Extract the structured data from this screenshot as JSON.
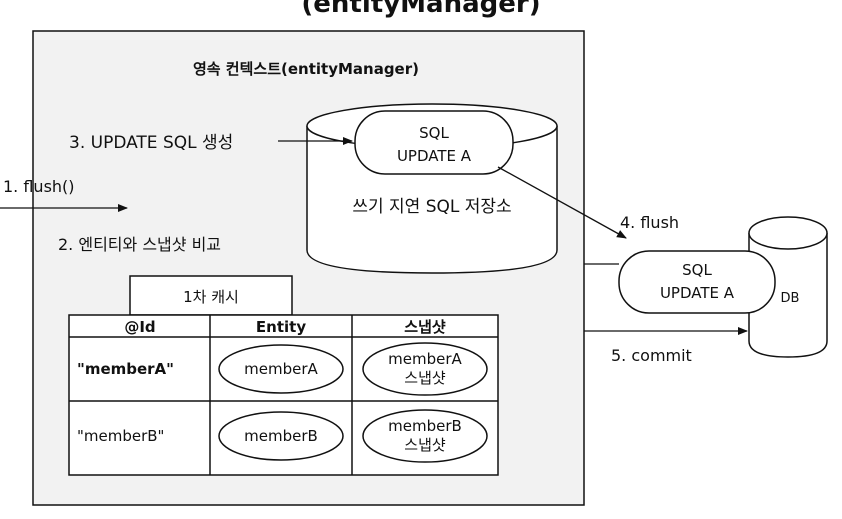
{
  "top_cut_text": "(entityManager)",
  "context": {
    "title": "영속 컨텍스트(entityManager)"
  },
  "steps": {
    "flush_call": "1. flush()",
    "compare": "2. 엔티티와 스냅샷 비교",
    "update_generate": "3. UPDATE SQL 생성",
    "flush_to_db": "4. flush",
    "commit": "5. commit"
  },
  "sql_store": {
    "label": "쓰기 지연 SQL 저장소",
    "capsule_line1": "SQL",
    "capsule_line2": "UPDATE A"
  },
  "db": {
    "label": "DB",
    "capsule_line1": "SQL",
    "capsule_line2": "UPDATE A"
  },
  "cache": {
    "title": "1차 캐시",
    "headers": [
      "@Id",
      "Entity",
      "스냅샷"
    ],
    "rows": [
      {
        "id": "\"memberA\"",
        "entity": "memberA",
        "snapshot_line1": "memberA",
        "snapshot_line2": "스냅샷"
      },
      {
        "id": "\"memberB\"",
        "entity": "memberB",
        "snapshot_line1": "memberB",
        "snapshot_line2": "스냅샷"
      }
    ]
  },
  "colors": {
    "context_bg": "#f2f2f2",
    "stroke": "#111111"
  }
}
